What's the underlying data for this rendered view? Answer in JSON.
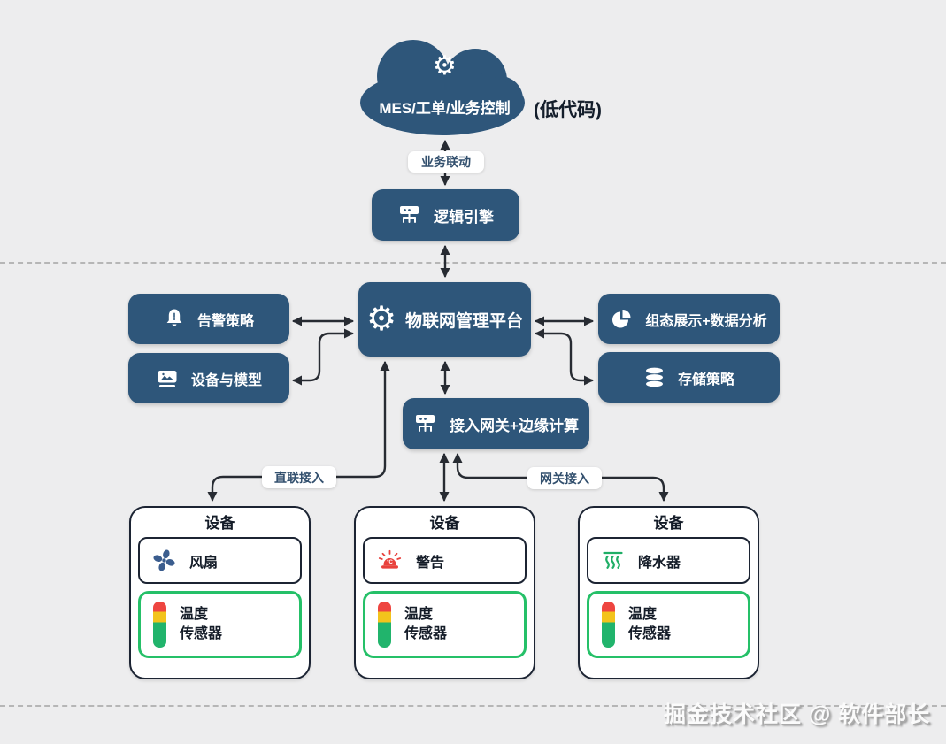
{
  "cloud": {
    "label": "MES/工单/业务控制",
    "note": "(低代码)"
  },
  "edge_labels": {
    "business_link": "业务联动",
    "direct_access": "直联接入",
    "gateway_access": "网关接入"
  },
  "nodes": {
    "logic_engine": "逻辑引擎",
    "platform": "物联网管理平台",
    "alert_policy": "告警策略",
    "device_model": "设备与模型",
    "dashboard": "组态展示+数据分析",
    "storage_policy": "存储策略",
    "gateway": "接入网关+边缘计算"
  },
  "devices": [
    {
      "title": "设备",
      "actuator": "风扇",
      "sensor_line1": "温度",
      "sensor_line2": "传感器"
    },
    {
      "title": "设备",
      "actuator": "警告",
      "sensor_line1": "温度",
      "sensor_line2": "传感器"
    },
    {
      "title": "设备",
      "actuator": "降水器",
      "sensor_line1": "温度",
      "sensor_line2": "传感器"
    }
  ],
  "watermark": "掘金技术社区 @ 软件部长",
  "colors": {
    "node_blue": "#2e567a",
    "sensor_green": "#25c068",
    "alarm_red": "#e8423d",
    "fan_blue": "#3b5d8e",
    "sprinkler_green": "#1fae66",
    "light_red": "#ee4540",
    "light_yellow": "#f3c31c",
    "light_green": "#21b46c",
    "background": "#ededee"
  }
}
